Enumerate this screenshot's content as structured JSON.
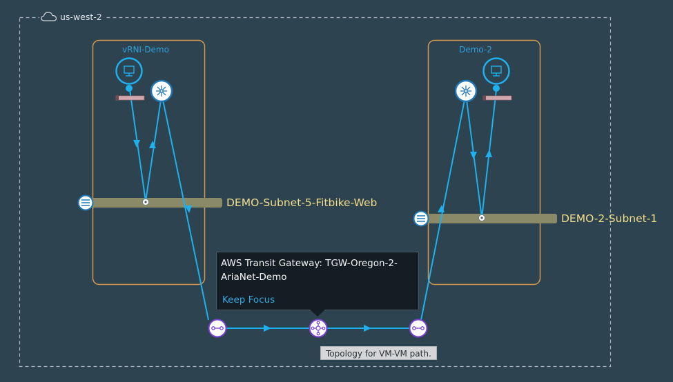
{
  "region": {
    "name": "us-west-2",
    "icon": "cloud-icon"
  },
  "vpcs": [
    {
      "name": "vRNI-Demo",
      "vm": {
        "icon": "monitor-icon",
        "firewall_icon": "firewall-icon"
      },
      "router": {
        "icon": "router-icon"
      },
      "subnet": {
        "name": "DEMO-Subnet-5-Fitbike-Web",
        "icon": "subnet-icon"
      }
    },
    {
      "name": "Demo-2",
      "vm": {
        "icon": "monitor-icon",
        "firewall_icon": "firewall-icon"
      },
      "router": {
        "icon": "router-icon"
      },
      "subnet": {
        "name": "DEMO-2-Subnet-1",
        "icon": "subnet-icon"
      }
    }
  ],
  "transit": {
    "attachments": [
      {
        "icon": "tgw-attachment-icon"
      },
      {
        "icon": "tgw-attachment-icon"
      }
    ],
    "gateway": {
      "icon": "transit-gateway-icon"
    }
  },
  "tooltip": {
    "title": "AWS Transit Gateway: TGW-Oregon-2-AriaNet-Demo",
    "action": "Keep Focus"
  },
  "hint": "Topology for VM-VM path.",
  "colors": {
    "background": "#2e4350",
    "path": "#1fb0ee",
    "vpc_border": "#d39a4f",
    "subnet_band": "#8a8a69",
    "subnet_text": "#f1dd8a",
    "tgw_node": "#7b3fd6",
    "vpc_label": "#2e9fd8"
  }
}
